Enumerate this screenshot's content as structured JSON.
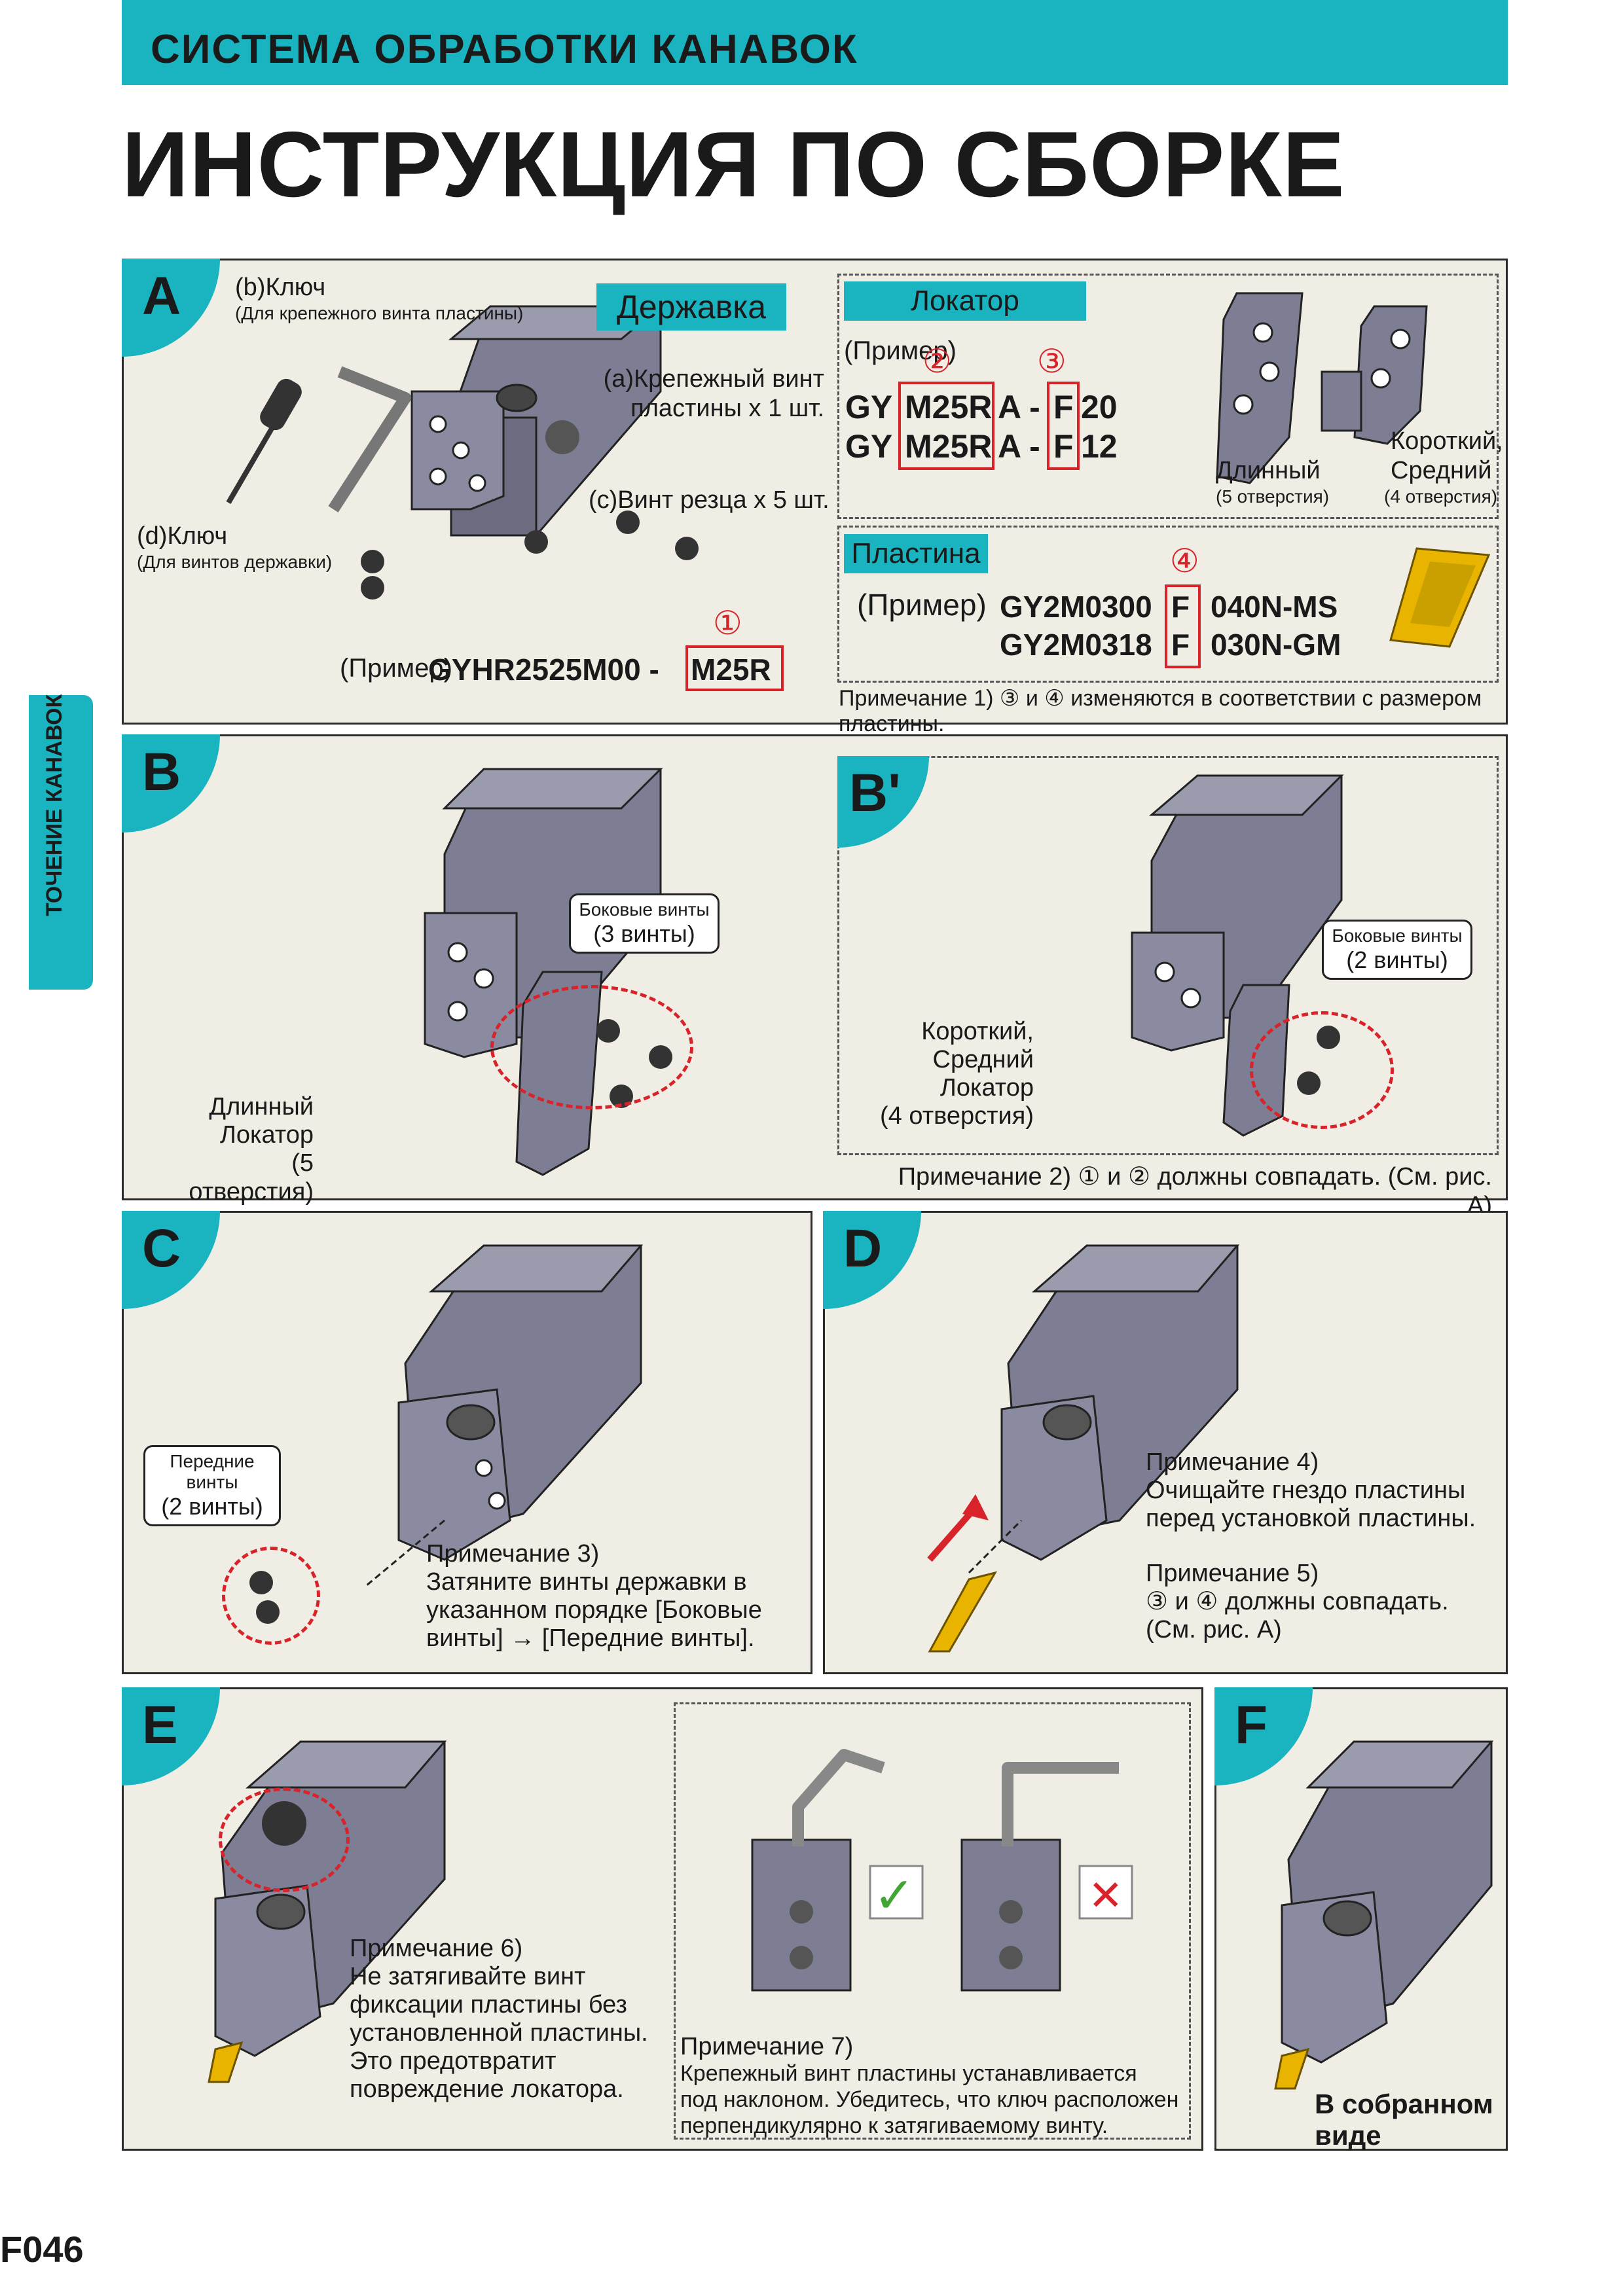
{
  "header": {
    "section": "СИСТЕМА ОБРАБОТКИ КАНАВОК",
    "title": "ИНСТРУКЦИЯ ПО СБОРКЕ"
  },
  "side_tab": "ТОЧЕНИЕ КАНАВОК",
  "panel_a": {
    "letter": "A",
    "key_b": "(b)Ключ",
    "key_b_sub": "(Для крепежного винта пластины)",
    "key_d": "(d)Ключ",
    "key_d_sub": "(Для винтов державки)",
    "holder_label": "Державка",
    "screw_a_line1": "(a)Крепежный винт",
    "screw_a_line2": "пластины x 1 шт.",
    "screw_c": "(c)Винт резца x 5 шт.",
    "holder_example_prefix": "(Пример)",
    "holder_example_code": "GYHR2525M00 -",
    "holder_example_box": "M25R",
    "num1": "①",
    "locator_label": "Локатор",
    "locator_example": "(Пример)",
    "locator_num2": "②",
    "locator_num3": "③",
    "locator_line1": [
      "GY",
      "M25R",
      "A -",
      "F",
      "20"
    ],
    "locator_line2": [
      "GY",
      "M25R",
      "A -",
      "F",
      "12"
    ],
    "locator_long": "Длинный",
    "locator_long_sub": "(5 отверстия)",
    "locator_short": "Короткий,",
    "locator_short2": "Средний",
    "locator_short_sub": "(4 отверстия)",
    "insert_label": "Пластина",
    "insert_num4": "④",
    "insert_example": "(Пример)",
    "insert_line1": [
      "GY2M0300",
      "F",
      "040N-MS"
    ],
    "insert_line2": [
      "GY2M0318",
      "F",
      "030N-GM"
    ],
    "note1": "Примечание 1) ③ и ④ изменяются в соответствии с размером пластины."
  },
  "panel_b": {
    "letter": "B",
    "side_screws": "Боковые винты",
    "side_screws_count": "(3 винты)",
    "long_loc1": "Длинный",
    "long_loc2": "Локатор",
    "long_loc3": "(5 отверстия)"
  },
  "panel_b2": {
    "letter": "B'",
    "side_screws": "Боковые винты",
    "side_screws_count": "(2 винты)",
    "short1": "Короткий,",
    "short2": "Средний",
    "short3": "Локатор",
    "short4": "(4 отверстия)",
    "note2": "Примечание 2) ① и ② должны совпадать. (См. рис. A)"
  },
  "panel_c": {
    "letter": "C",
    "front_screws": "Передние винты",
    "front_screws_count": "(2 винты)",
    "note3_title": "Примечание 3)",
    "note3_l1": "Затяните винты  державки  в",
    "note3_l2": "указанном порядке [Боковые",
    "note3_l3": "винты] → [Передние винты]."
  },
  "panel_d": {
    "letter": "D",
    "note4_title": "Примечание 4)",
    "note4_l1": "Очищайте гнездо пластины",
    "note4_l2": "перед установкой пластины.",
    "note5_title": "Примечание 5)",
    "note5_l1": "③ и ④ должны совпадать.",
    "note5_l2": "(См. рис. A)"
  },
  "panel_e": {
    "letter": "E",
    "note6_title": "Примечание 6)",
    "note6_l1": "Не затягивайте винт",
    "note6_l2": "фиксации пластины без",
    "note6_l3": "установленной пластины.",
    "note6_l4": "Это предотвратит",
    "note6_l5": "повреждение локатора.",
    "note7_title": "Примечание 7)",
    "note7_l1": "Крепежный винт пластины устанавливается",
    "note7_l2": "под наклоном. Убедитесь, что ключ расположен",
    "note7_l3": "перпендикулярно к затягиваемому винту.",
    "ok_mark": "✓",
    "bad_mark": "✕"
  },
  "panel_f": {
    "letter": "F",
    "assembled": "В собранном виде"
  },
  "footer": {
    "page": "F046"
  },
  "colors": {
    "teal": "#19b4bf",
    "red": "#d9232a",
    "panel_bg": "#f0ede4",
    "tool_body": "#7d7e93",
    "insert": "#e8b400"
  }
}
